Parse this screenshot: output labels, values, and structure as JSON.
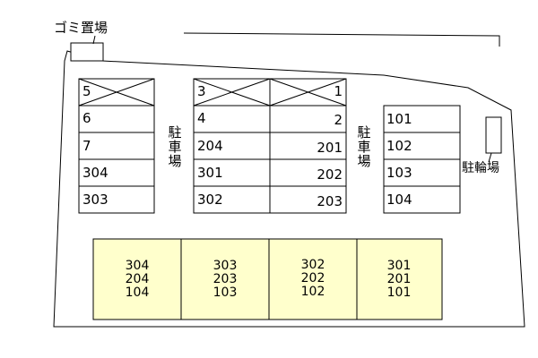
{
  "labels": {
    "garbage": "ゴミ置場",
    "parking_a": [
      "駐",
      "車",
      "場"
    ],
    "parking_b": [
      "駐",
      "車",
      "場"
    ],
    "bicycle": "駐輪場"
  },
  "parking": {
    "left_block": [
      "5",
      "6",
      "7",
      "304",
      "303"
    ],
    "mid_left": [
      "3",
      "4",
      "204",
      "301",
      "302"
    ],
    "mid_right": [
      "1",
      "2",
      "201",
      "202",
      "203"
    ],
    "right_block": [
      "101",
      "102",
      "103",
      "104"
    ]
  },
  "building": [
    [
      "304",
      "204",
      "104"
    ],
    [
      "303",
      "203",
      "103"
    ],
    [
      "302",
      "202",
      "102"
    ],
    [
      "301",
      "201",
      "101"
    ]
  ],
  "colors": {
    "building_fill": "#ffffcc",
    "line": "#000000"
  }
}
